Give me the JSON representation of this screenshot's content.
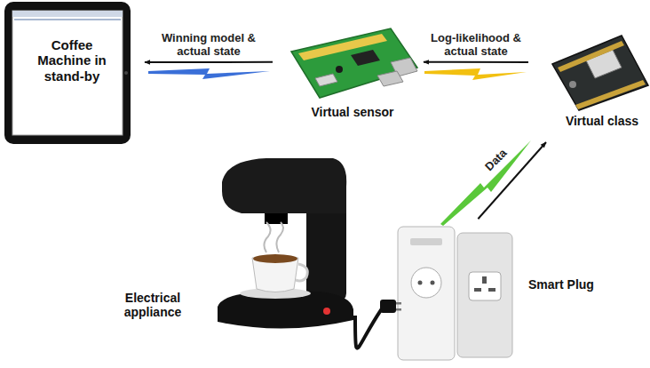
{
  "diagram": {
    "nodes": [
      {
        "text": [
          "Coffee Machine in stand-by"
        ]
      },
      {
        "text": [
          "Virtual sensor"
        ]
      },
      {
        "text": [
          "Virtual class"
        ]
      },
      {
        "text": [
          "Smart Plug"
        ]
      },
      {
        "text": [
          "Electrical appliance"
        ]
      }
    ],
    "edges": [
      {
        "from": 1,
        "to": 0,
        "arrow": "to",
        "label": "Winning model & actual state"
      },
      {
        "from": 2,
        "to": 1,
        "arrow": "to",
        "label": "Log-likelihood & actual state"
      },
      {
        "from": 3,
        "to": 2,
        "arrow": "to",
        "label": "Data"
      },
      {
        "from": 4,
        "to": 3,
        "arrow": "none"
      }
    ]
  }
}
